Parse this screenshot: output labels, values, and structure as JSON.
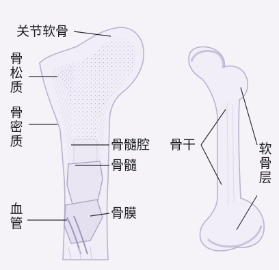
{
  "labels": {
    "articular_cartilage": "关节软骨",
    "spongy_bone": "骨松质",
    "compact_bone": "骨密质",
    "medullary_cavity": "骨髓腔",
    "bone_marrow": "骨髓",
    "periosteum": "骨膜",
    "blood_vessel": "血管",
    "diaphysis": "骨干",
    "cartilage_layer": "软骨层"
  },
  "colors": {
    "background": "#f5f3f8",
    "bone_fill": "#f1eef7",
    "bone_outline": "#b9b2cf",
    "texture": "#cfc8e0",
    "leader_line": "#2a2a30",
    "text": "#1c1c22"
  }
}
